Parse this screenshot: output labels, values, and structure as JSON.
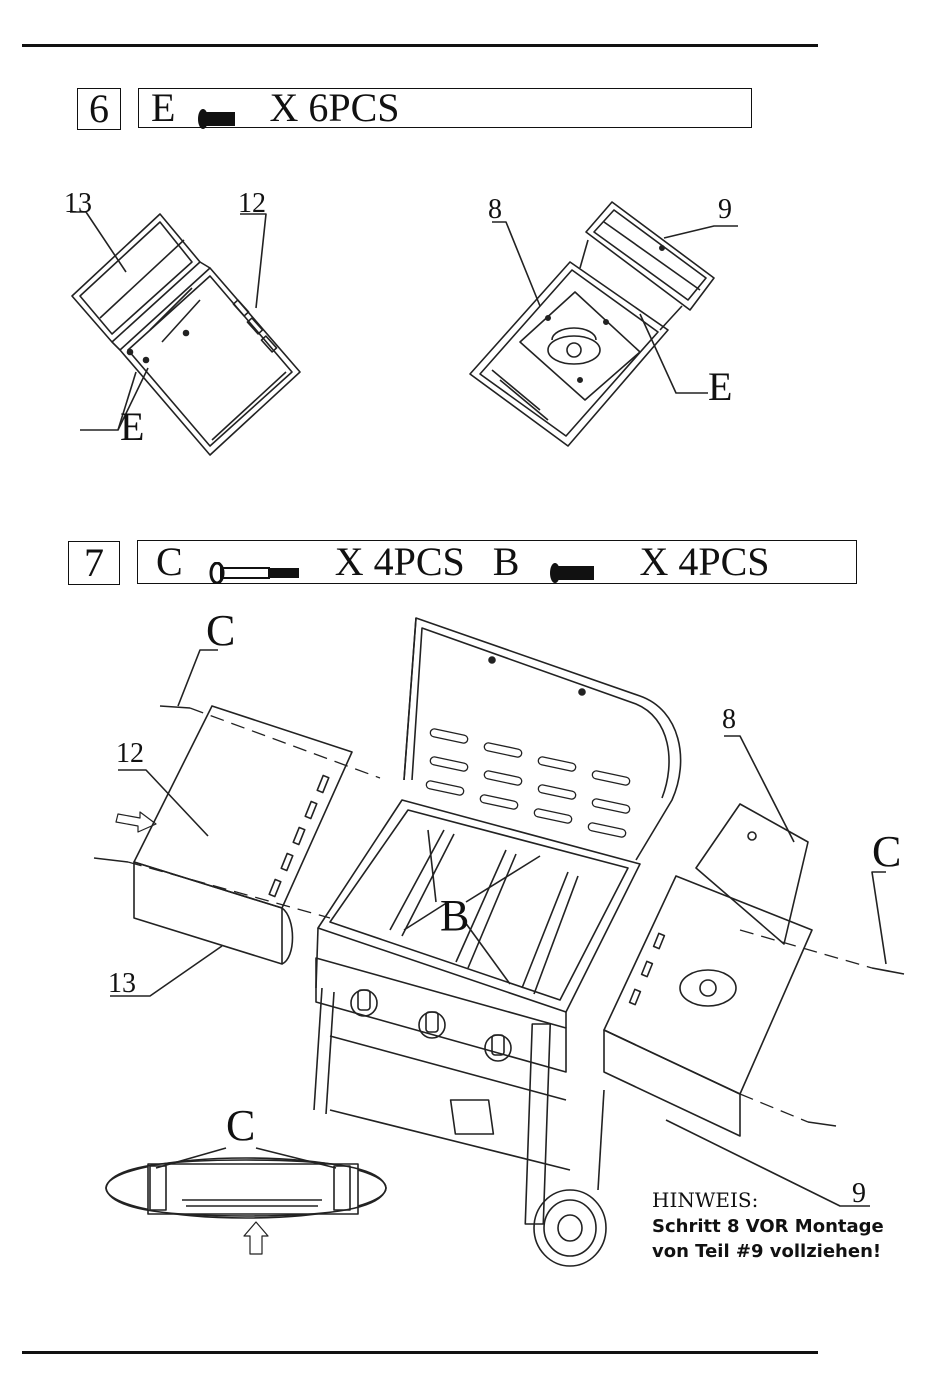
{
  "step6": {
    "number": "6",
    "part": "E",
    "qty": "X 6PCS",
    "labels": {
      "left_top_a": "13",
      "left_top_b": "12",
      "left_e": "E",
      "right_top_a": "8",
      "right_top_b": "9",
      "right_e": "E"
    }
  },
  "step7": {
    "number": "7",
    "part1": "C",
    "qty1": "X 4PCS",
    "part2": "B",
    "qty2": "X 4PCS",
    "labels": {
      "c_left": "C",
      "c_right": "C",
      "c_inset": "C",
      "b": "B",
      "p12": "12",
      "p13": "13",
      "p8": "8",
      "p9": "9"
    }
  },
  "note": {
    "heading": "HINWEIS:",
    "line1": "Schritt 8 VOR Montage",
    "line2": "von Teil #9 vollziehen!"
  }
}
